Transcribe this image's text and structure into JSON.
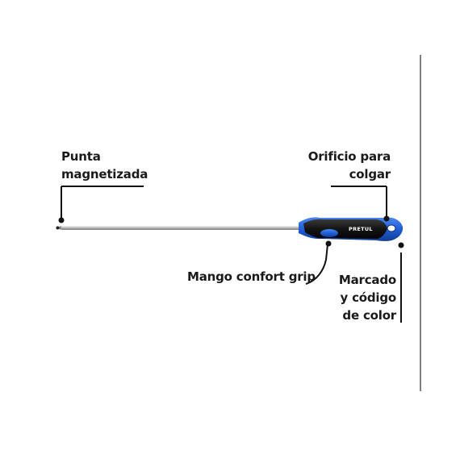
{
  "labels": {
    "tip": {
      "line1": "Punta",
      "line2": "magnetizada"
    },
    "hang_hole": {
      "line1": "Orificio para",
      "line2": "colgar"
    },
    "grip": {
      "line1": "Mango confort grip"
    },
    "marking": {
      "line1": "Marcado",
      "line2": "y código",
      "line3": "de color"
    }
  },
  "brand": "PRETUL",
  "colors": {
    "handle_blue": "#1f5fd6",
    "handle_black": "#141414",
    "shaft": "#c8c8c8",
    "leader": "#111111"
  },
  "icons": {
    "tip": "phillips-tip-icon"
  }
}
